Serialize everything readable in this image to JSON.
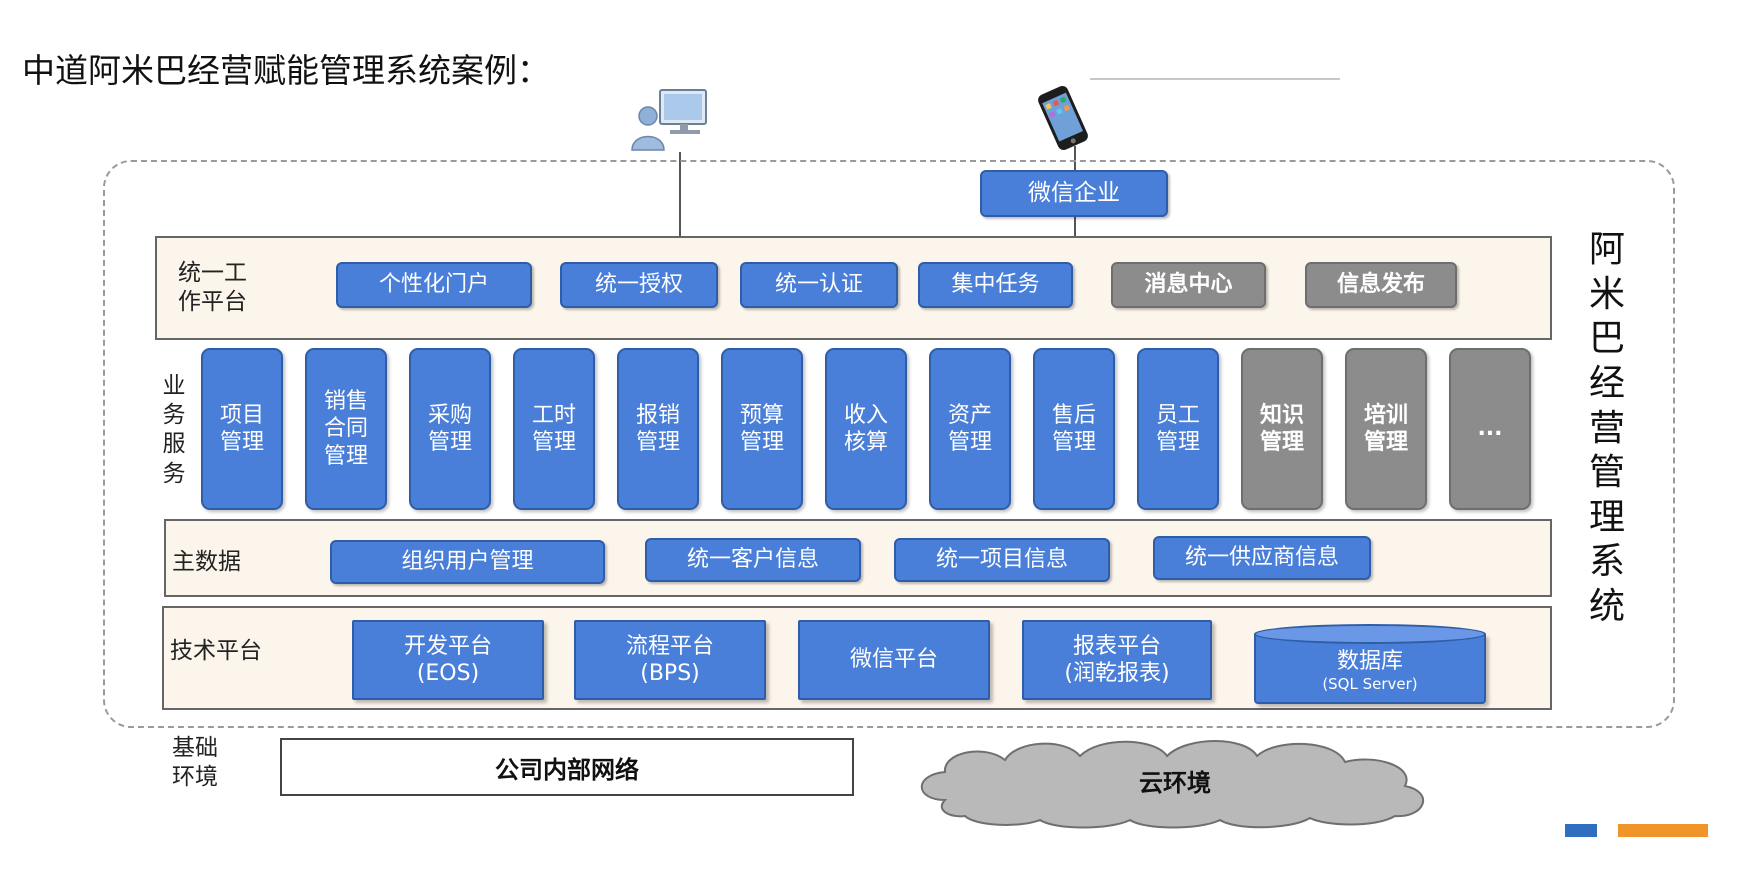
{
  "page": {
    "title": "中道阿米巴经营赋能管理系统案例："
  },
  "side_title": [
    "阿",
    "米",
    "巴",
    "经",
    "营",
    "管",
    "理",
    "系",
    "统"
  ],
  "clients": {
    "wechat_enterprise": "微信企业"
  },
  "unified_platform": {
    "label": "统一工作平台",
    "label_lines": [
      "统一工",
      "作平台"
    ],
    "items": [
      {
        "label": "个性化门户"
      },
      {
        "label": "统一授权"
      },
      {
        "label": "统一认证"
      },
      {
        "label": "集中任务"
      },
      {
        "label": "消息中心"
      },
      {
        "label": "信息发布"
      }
    ]
  },
  "business_services": {
    "label": "业务服务",
    "label_chars": [
      "业",
      "务",
      "服",
      "务"
    ],
    "items": [
      {
        "lines": [
          "项目",
          "管理"
        ]
      },
      {
        "lines": [
          "销售",
          "合同",
          "管理"
        ]
      },
      {
        "lines": [
          "采购",
          "管理"
        ]
      },
      {
        "lines": [
          "工时",
          "管理"
        ]
      },
      {
        "lines": [
          "报销",
          "管理"
        ]
      },
      {
        "lines": [
          "预算",
          "管理"
        ]
      },
      {
        "lines": [
          "收入",
          "核算"
        ]
      },
      {
        "lines": [
          "资产",
          "管理"
        ]
      },
      {
        "lines": [
          "售后",
          "管理"
        ]
      },
      {
        "lines": [
          "员工",
          "管理"
        ]
      },
      {
        "lines": [
          "知识",
          "管理"
        ]
      },
      {
        "lines": [
          "培训",
          "管理"
        ]
      },
      {
        "lines": [
          "..."
        ]
      }
    ]
  },
  "master_data": {
    "label": "主数据",
    "items": [
      {
        "label": "组织用户管理"
      },
      {
        "label": "统一客户信息"
      },
      {
        "label": "统一项目信息"
      },
      {
        "label": "统一供应商信息"
      }
    ]
  },
  "tech_platform": {
    "label": "技术平台",
    "items": [
      {
        "label": "开发平台",
        "sub": "(EOS)"
      },
      {
        "label": "流程平台",
        "sub": "(BPS)"
      },
      {
        "label": "微信平台",
        "sub": ""
      },
      {
        "label": "报表平台",
        "sub": "(润乾报表)"
      }
    ],
    "database": {
      "label": "数据库",
      "sub": "(SQL Server)"
    }
  },
  "infrastructure": {
    "label_lines": [
      "基础",
      "环境"
    ],
    "internal_network": "公司内部网络",
    "cloud": "云环境"
  },
  "colors": {
    "module_blue": "#4a7fd9",
    "module_gray": "#8c8c8c",
    "layer_bg": "#fbf5ec",
    "footer_blue": "#2e6fc0",
    "footer_orange": "#f0952a"
  }
}
